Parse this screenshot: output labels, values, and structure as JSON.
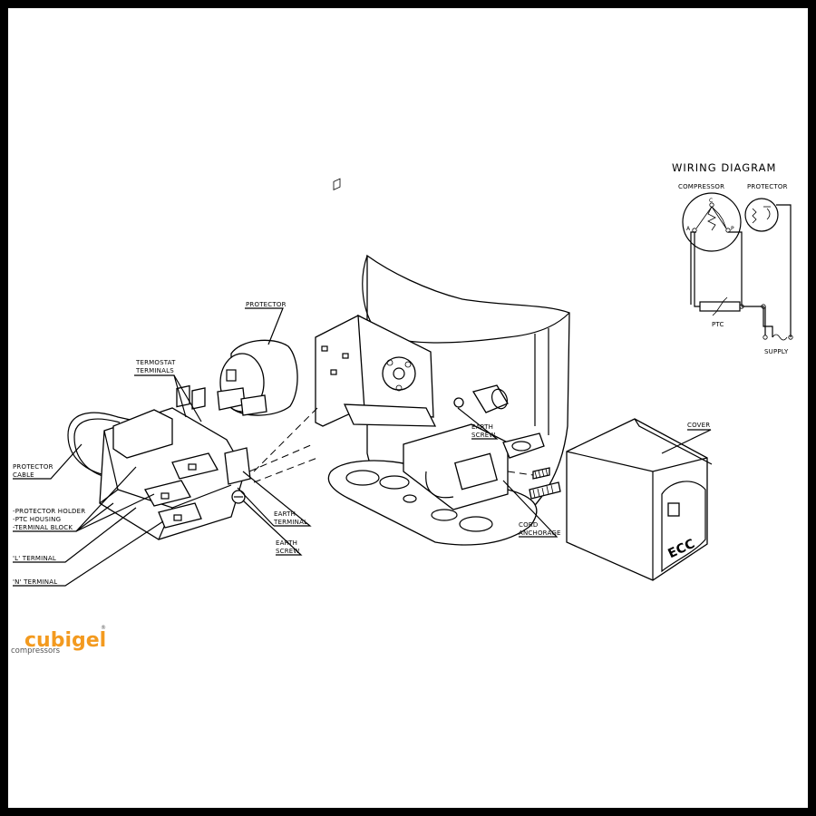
{
  "wiring_diagram": {
    "title": "WIRING DIAGRAM",
    "compressor": "COMPRESSOR",
    "protector": "PROTECTOR",
    "ptc": "PTC",
    "supply": "SUPPLY",
    "terminal_a": "A",
    "terminal_c": "C",
    "terminal_p": "P"
  },
  "labels": {
    "protector": "PROTECTOR",
    "termostat_terminals_1": "TERMOSTAT",
    "termostat_terminals_2": "TERMINALS",
    "protector_cable_1": "PROTECTOR",
    "protector_cable_2": "CABLE",
    "protector_holder": "-PROTECTOR HOLDER",
    "ptc_housing": "-PTC HOUSING",
    "terminal_block": "-TERMINAL BLOCK",
    "l_terminal": "'L' TERMINAL",
    "n_terminal": "'N' TERMINAL",
    "earth_terminal_1": "EARTH",
    "earth_terminal_2": "TERMINAL",
    "earth_screw_left_1": "EARTH",
    "earth_screw_left_2": "SCREW",
    "earth_screw_right_1": "EARTH",
    "earth_screw_right_2": "SCREW",
    "cord_anchorage_1": "CORD",
    "cord_anchorage_2": "ANCHORAGE",
    "cover": "COVER",
    "cover_mark": "ECC"
  },
  "logo": {
    "name": "cubigel",
    "sub": "compressors",
    "reg": "®",
    "color": "#f39a1f"
  }
}
